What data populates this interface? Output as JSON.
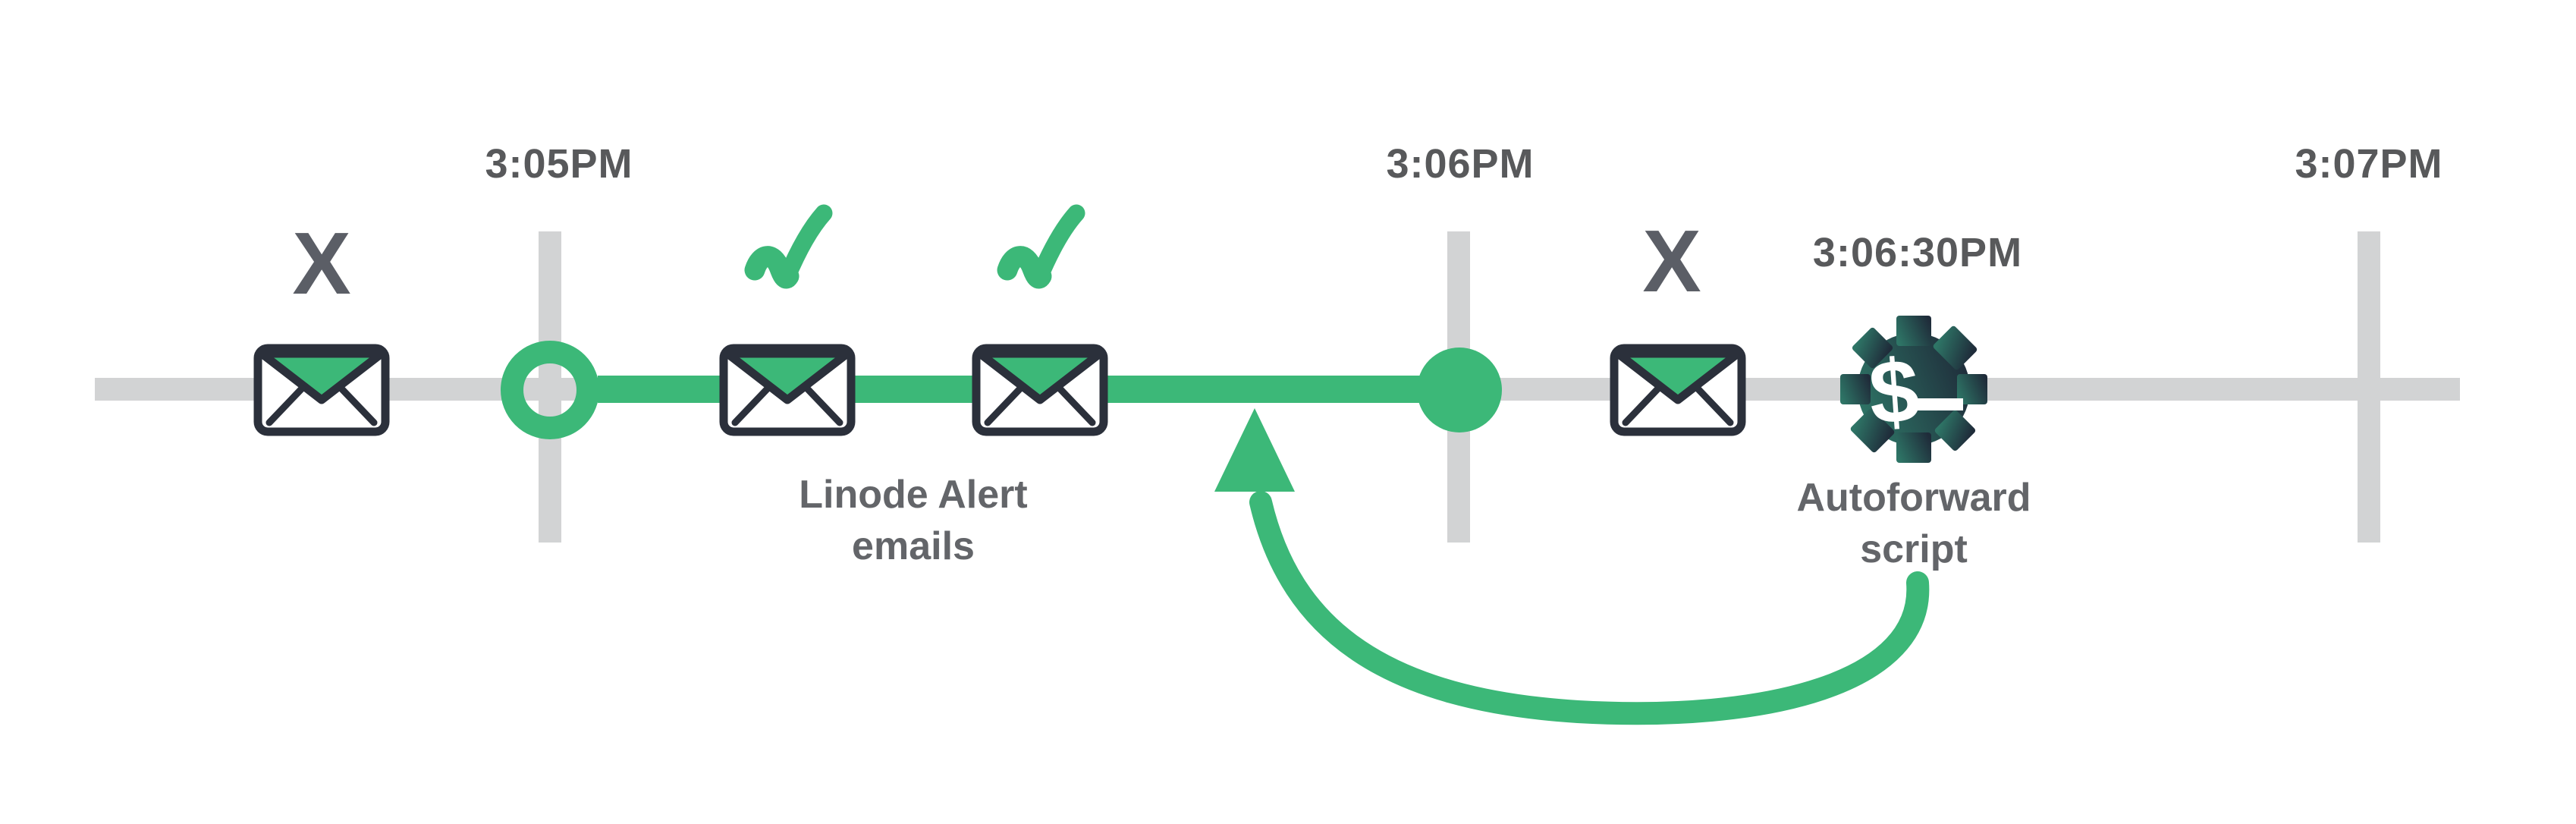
{
  "palette": {
    "green": "#3cb878",
    "track_gray": "#d2d3d4",
    "time_label_gray": "#58595b",
    "caption_gray": "#636569",
    "x_mark_gray": "#5b5e66",
    "envelope_outline": "#2b303b",
    "gear_gradient_start": "#2e7566",
    "gear_gradient_end": "#1f2c3a"
  },
  "timeline": {
    "ticks": [
      {
        "label": "3:05PM"
      },
      {
        "label": "3:06PM"
      },
      {
        "label": "3:07PM"
      }
    ]
  },
  "events": {
    "failed_email_1": {
      "mark": "X"
    },
    "failed_email_2": {
      "mark": "X"
    },
    "script_time": {
      "label": "3:06:30PM"
    }
  },
  "captions": {
    "alert": {
      "line1": "Linode Alert",
      "line2": "emails"
    },
    "autoforward": {
      "line1": "Autoforward",
      "line2": "script"
    }
  },
  "gear": {
    "dollar": "$",
    "underscore": "_"
  }
}
